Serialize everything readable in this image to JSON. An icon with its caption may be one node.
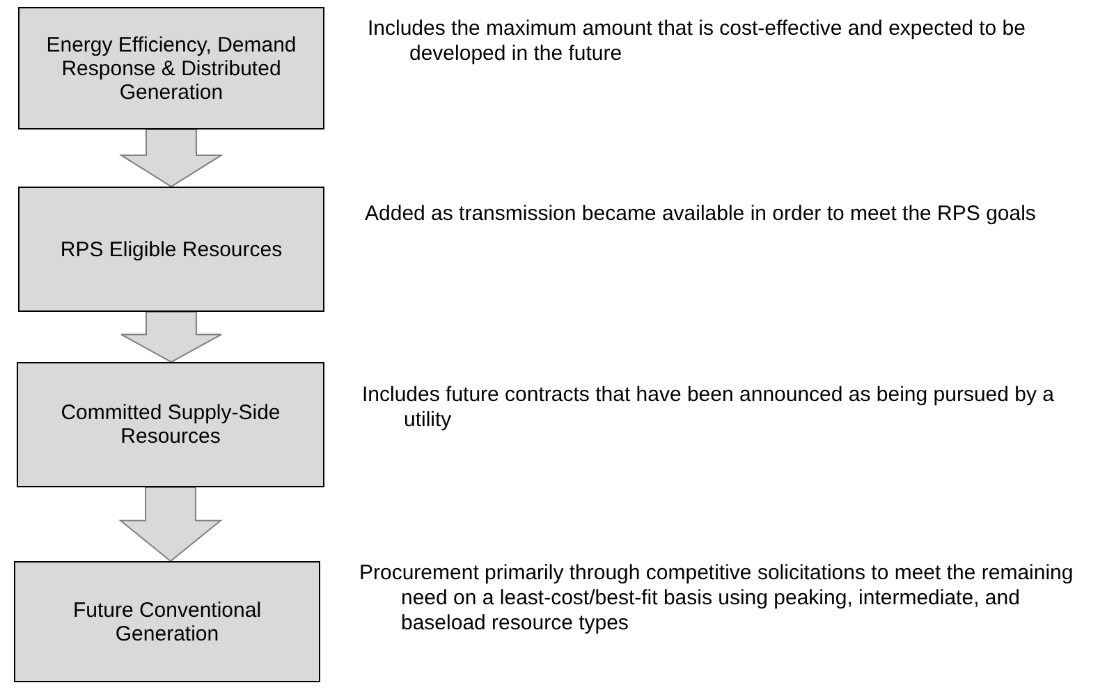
{
  "diagram": {
    "nodes": [
      {
        "text": [
          "Energy Efficiency, Demand Response & Distributed Generation"
        ],
        "beside": [
          "Includes the maximum amount that is cost-effective and expected to be developed in the future"
        ]
      },
      {
        "text": [
          "RPS Eligible Resources"
        ],
        "beside": [
          "Added as transmission became available in order to meet the RPS goals"
        ]
      },
      {
        "text": [
          "Committed Supply-Side Resources"
        ],
        "beside": [
          "Includes future contracts that have been announced as being pursued by a utility"
        ]
      },
      {
        "text": [
          "Future Conventional Generation"
        ],
        "beside": [
          "Procurement primarily through competitive solicitations to meet the remaining need on a least-cost/best-fit basis using peaking, intermediate, and baseload resource types"
        ]
      }
    ],
    "edges": [
      {
        "from": 0,
        "to": 1,
        "arrow": "to",
        "style": "thick"
      },
      {
        "from": 1,
        "to": 2,
        "arrow": "to",
        "style": "thick"
      },
      {
        "from": 2,
        "to": 3,
        "arrow": "to",
        "style": "thick"
      }
    ]
  }
}
